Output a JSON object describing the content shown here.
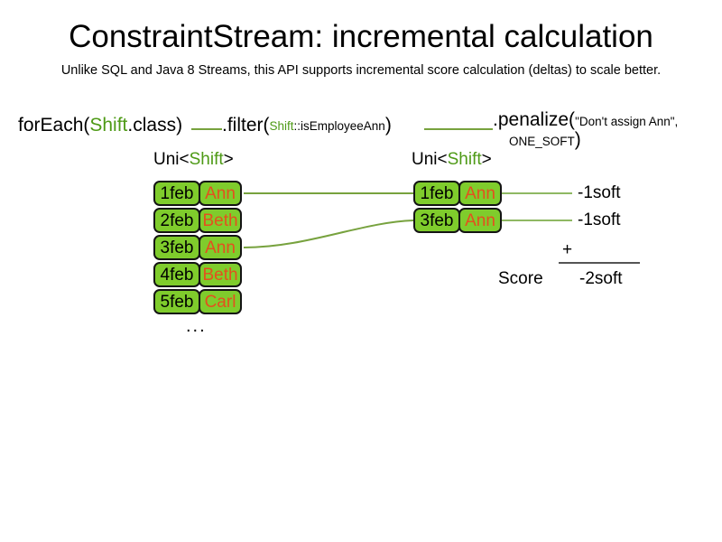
{
  "slide": {
    "title": "ConstraintStream: incremental calculation",
    "subtitle": "Unlike SQL and Java 8 Streams, this API supports incremental score calculation (deltas) to scale better.",
    "accent_green": "#4e9a16",
    "box_fill": "#7fcc2c",
    "box_border": "#141414",
    "name_color": "#e4501e",
    "link_color": "#77a23e"
  },
  "pipeline": {
    "foreach": {
      "prefix": "forEach(",
      "type": "Shift",
      "suffix": ".class)"
    },
    "filter": {
      "prefix": ".filter(",
      "type": "Shift",
      "method": "::isEmployeeAnn",
      "suffix": ")"
    },
    "penalize": {
      "prefix": ".penalize(",
      "arg1": "\"Don't assign Ann\",",
      "arg2": "ONE_SOFT",
      "suffix": ")"
    }
  },
  "streams": {
    "left": {
      "caption_prefix": "Uni<",
      "caption_type": "Shift",
      "caption_suffix": ">",
      "rows": [
        {
          "date": "1feb",
          "name": "Ann"
        },
        {
          "date": "2feb",
          "name": "Beth"
        },
        {
          "date": "3feb",
          "name": "Ann"
        },
        {
          "date": "4feb",
          "name": "Beth"
        },
        {
          "date": "5feb",
          "name": "Carl"
        }
      ],
      "more": "..."
    },
    "right": {
      "caption_prefix": "Uni<",
      "caption_type": "Shift",
      "caption_suffix": ">",
      "rows": [
        {
          "date": "1feb",
          "name": "Ann"
        },
        {
          "date": "3feb",
          "name": "Ann"
        }
      ]
    }
  },
  "score": {
    "items": [
      "-1soft",
      "-1soft"
    ],
    "operator": "+",
    "label": "Score",
    "total": "-2soft"
  }
}
